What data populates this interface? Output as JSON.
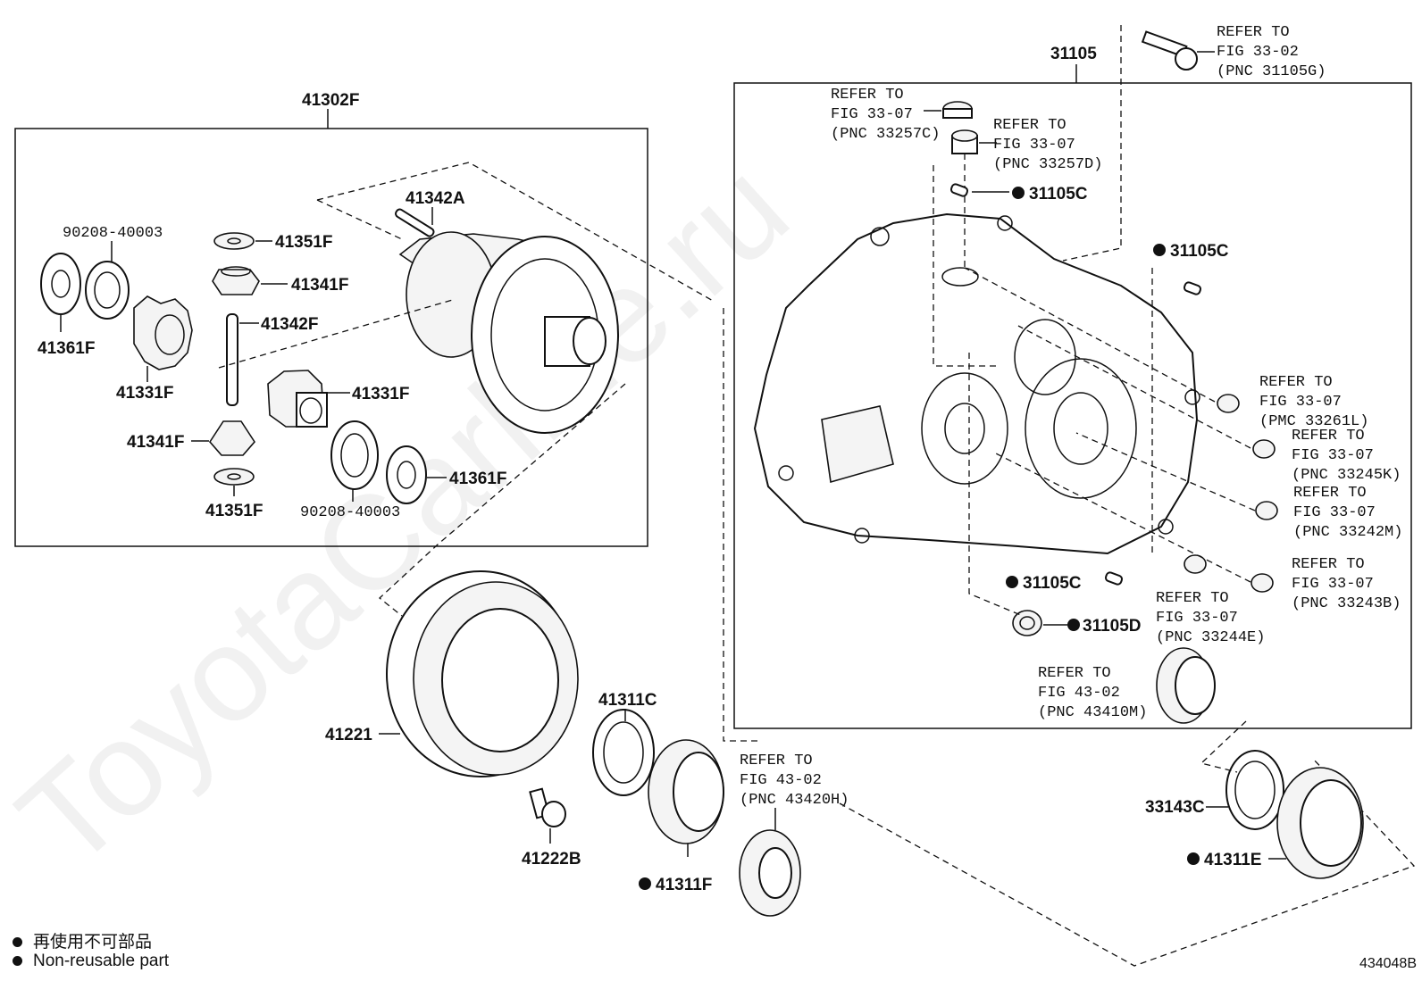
{
  "watermark": "ToyotaCarline.ru",
  "assemblies": {
    "diff_case": "41302F",
    "trans_case": "31105"
  },
  "parts": {
    "p90208a": "90208-40003",
    "p41361f_a": "41361F",
    "p41331f_a": "41331F",
    "p41351f_a": "41351F",
    "p41341f_a": "41341F",
    "p41342f": "41342F",
    "p41342a": "41342A",
    "p41331f_b": "41331F",
    "p41341f_b": "41341F",
    "p41351f_b": "41351F",
    "p90208b": "90208-40003",
    "p41361f_b": "41361F",
    "p41221": "41221",
    "p41311c": "41311C",
    "p41222b": "41222B",
    "p41311f": "41311F",
    "p31105c_a": "31105C",
    "p31105c_b": "31105C",
    "p31105c_c": "31105C",
    "p31105d": "31105D",
    "p33143c": "33143C",
    "p41311e": "41311E"
  },
  "refs": [
    [
      "REFER TO",
      "FIG 33-02",
      "(PNC 31105G)"
    ],
    [
      "REFER TO",
      "FIG 33-07",
      "(PNC 33257C)"
    ],
    [
      "REFER TO",
      "FIG 33-07",
      "(PNC 33257D)"
    ],
    [
      "REFER TO",
      "FIG 33-07",
      "(PMC 33261L)"
    ],
    [
      "REFER TO",
      "FIG 33-07",
      "(PNC 33245K)"
    ],
    [
      "REFER TO",
      "FIG 33-07",
      "(PNC 33242M)"
    ],
    [
      "REFER TO",
      "FIG 33-07",
      "(PNC 33243B)"
    ],
    [
      "REFER TO",
      "FIG 33-07",
      "(PNC 33244E)"
    ],
    [
      "REFER TO",
      "FIG 43-02",
      "(PNC 43410M)"
    ],
    [
      "REFER TO",
      "FIG 43-02",
      "(PNC 43420H)"
    ]
  ],
  "legend": {
    "jp": "再使用不可部品",
    "en": "Non-reusable part"
  },
  "figure_code": "434048B"
}
